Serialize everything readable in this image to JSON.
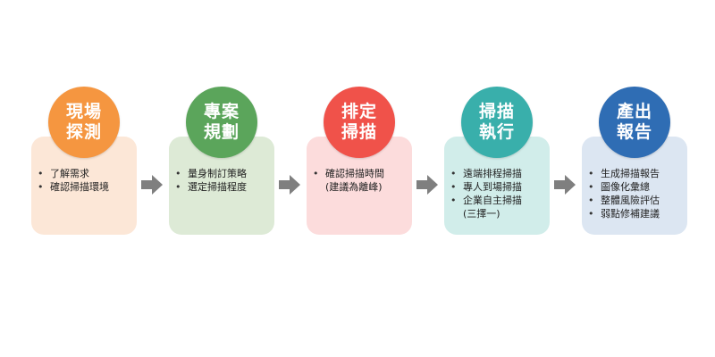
{
  "steps": [
    {
      "title": "現場\n探測",
      "circle_color": "#F59640",
      "box_color": "#FCE7D7",
      "items": [
        "了解需求",
        "確認掃描環境"
      ]
    },
    {
      "title": "專案\n規劃",
      "circle_color": "#5BA55B",
      "box_color": "#DDEAD6",
      "items": [
        "量身制訂策略",
        "選定掃描程度"
      ]
    },
    {
      "title": "排定\n掃描",
      "circle_color": "#F0524A",
      "box_color": "#FCDCDC",
      "items": [
        "確認掃描時間\n(建議為離峰)"
      ]
    },
    {
      "title": "掃描\n執行",
      "circle_color": "#39AFAB",
      "box_color": "#D1EDEA",
      "items": [
        "遠端排程掃描",
        "專人到場掃描",
        "企業自主掃描\n(三擇一)"
      ]
    },
    {
      "title": "產出\n報告",
      "circle_color": "#2F6DB4",
      "box_color": "#DCE6F2",
      "items": [
        "生成掃描報告",
        "圖像化彙總",
        "整體風險評估",
        "弱點修補建議"
      ]
    }
  ],
  "bullet_glyph": "•",
  "arrow_color": "#7F7F7F"
}
